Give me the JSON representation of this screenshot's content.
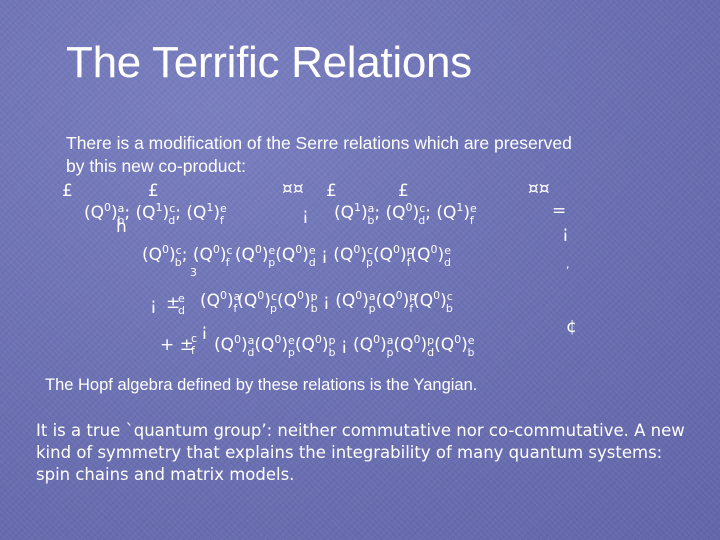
{
  "slide": {
    "title": "The Terrific Relations",
    "intro": "There is a modification of the  Serre relations which are preserved by this new co-product:",
    "conclusion": "The Hopf algebra defined by these relations  is the Yangian.",
    "closing": "It is  a true `quantum group’:  neither commutative nor co-commutative. A new kind of symmetry that explains the integrability of many quantum systems: spin chains and matrix models."
  },
  "formula": {
    "line1": {
      "lead": "£",
      "lead2": "£",
      "mid": "¤¤",
      "lead3": "£",
      "lead4": "£",
      "end": "¤¤",
      "terms": [
        "(Q",
        "0",
        ")",
        "a",
        "b",
        "; (Q",
        "1",
        ")",
        "c",
        "d",
        "; (Q",
        "1",
        ")",
        "e",
        "f"
      ],
      "sep": "¡",
      "rhs": [
        "(Q",
        "1",
        ")",
        "a",
        "b",
        "; (Q",
        "0",
        ")",
        "c",
        "d",
        "; (Q",
        "1",
        ")",
        "e",
        "f"
      ],
      "eq": "=",
      "h": "h",
      "i": "¡"
    },
    "line2": {
      "three": "3",
      "comma": ","
    },
    "line3": {
      "minus": "¡",
      "pm": "±",
      "pm_sup": "e",
      "pm_sub": "d"
    },
    "line4": {
      "plus": "+ ±",
      "pm_sup": "c",
      "pm_sub": "f",
      "i": "¡",
      "cent": "¢"
    }
  }
}
